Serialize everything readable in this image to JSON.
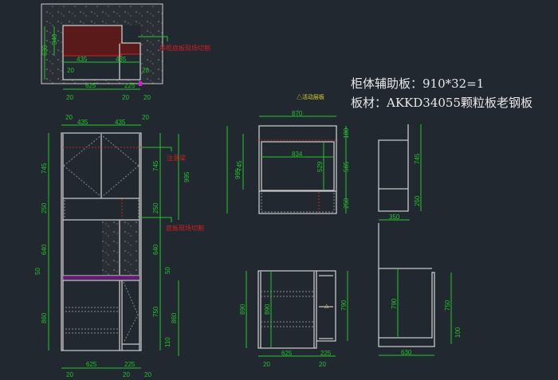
{
  "title_lines": [
    "柜体辅助板：910*32=1",
    "板材：AKKD34055颗粒板老钢板"
  ],
  "notes": {
    "cut_wall": "吊柜底板现场切割",
    "beam": "注意梁",
    "cut_floor": "底板现场切割",
    "shelf": "△活动层板"
  },
  "plan": [
    "630",
    "340",
    "435",
    "435",
    "20",
    "20",
    "625",
    "225",
    "20",
    "20",
    "20"
  ],
  "front": [
    "20",
    "435",
    "435",
    "20",
    "745",
    "250",
    "640",
    "50",
    "860",
    "745",
    "250",
    "640",
    "50",
    "750",
    "110",
    "995",
    "860",
    "625",
    "225",
    "20",
    "20",
    "20"
  ],
  "side": [
    "870",
    "834",
    "529",
    "180",
    "565",
    "250",
    "745",
    "995"
  ],
  "side2": [
    "745",
    "250",
    "350"
  ],
  "lower": [
    "890",
    "890",
    "790",
    "625",
    "225",
    "20",
    "20"
  ],
  "lower2": [
    "790",
    "750",
    "100",
    "630"
  ],
  "colors": {
    "background": "#212830",
    "dimension": "#22c32a",
    "outline": "#c9c9c9",
    "note": "#d02020"
  }
}
